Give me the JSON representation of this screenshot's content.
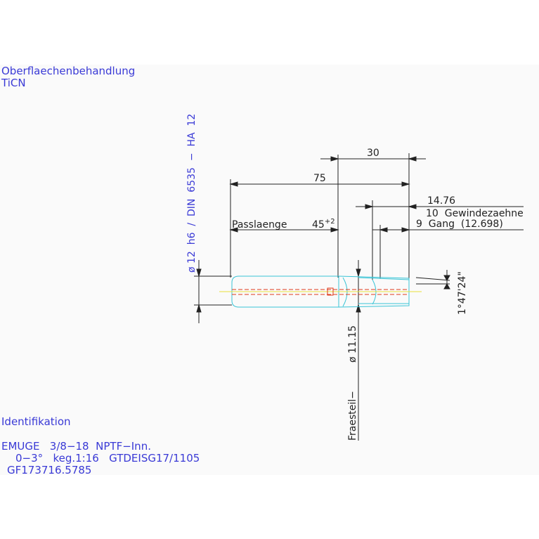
{
  "notes": {
    "surface_heading": "Oberflaechenbehandlung",
    "surface_value": "TiCN",
    "ident_heading": "Identifikation",
    "ident_line1": "EMUGE   3/8−18  NPTF−Inn.",
    "ident_line2": "0−3°   keg.1:16   GTDEISG17/1105",
    "ident_line3": "GF173716.5785"
  },
  "dimensions": {
    "vertical_label": "ø 12  h6  /  DIN  6535  −  HA  12",
    "total_length": "75",
    "thread_section": "30",
    "pitch_length": "14.76",
    "thread_teeth": "10  Gewindezaehne",
    "thread_gang": "9  Gang  (12.698)",
    "fit_length_label": "Passlaenge",
    "fit_length_value": "45",
    "fit_length_tol": "+2",
    "taper_angle": "1°47'24\"",
    "milled_part": "Fraesteil−",
    "milled_diameter": "ø 11.15"
  },
  "colors": {
    "text": "#3a3ad6",
    "dimension_lines": "#222222",
    "outline": "#39c4d6",
    "centerline": "#e03a1a",
    "axis_line": "#e8e03a"
  }
}
